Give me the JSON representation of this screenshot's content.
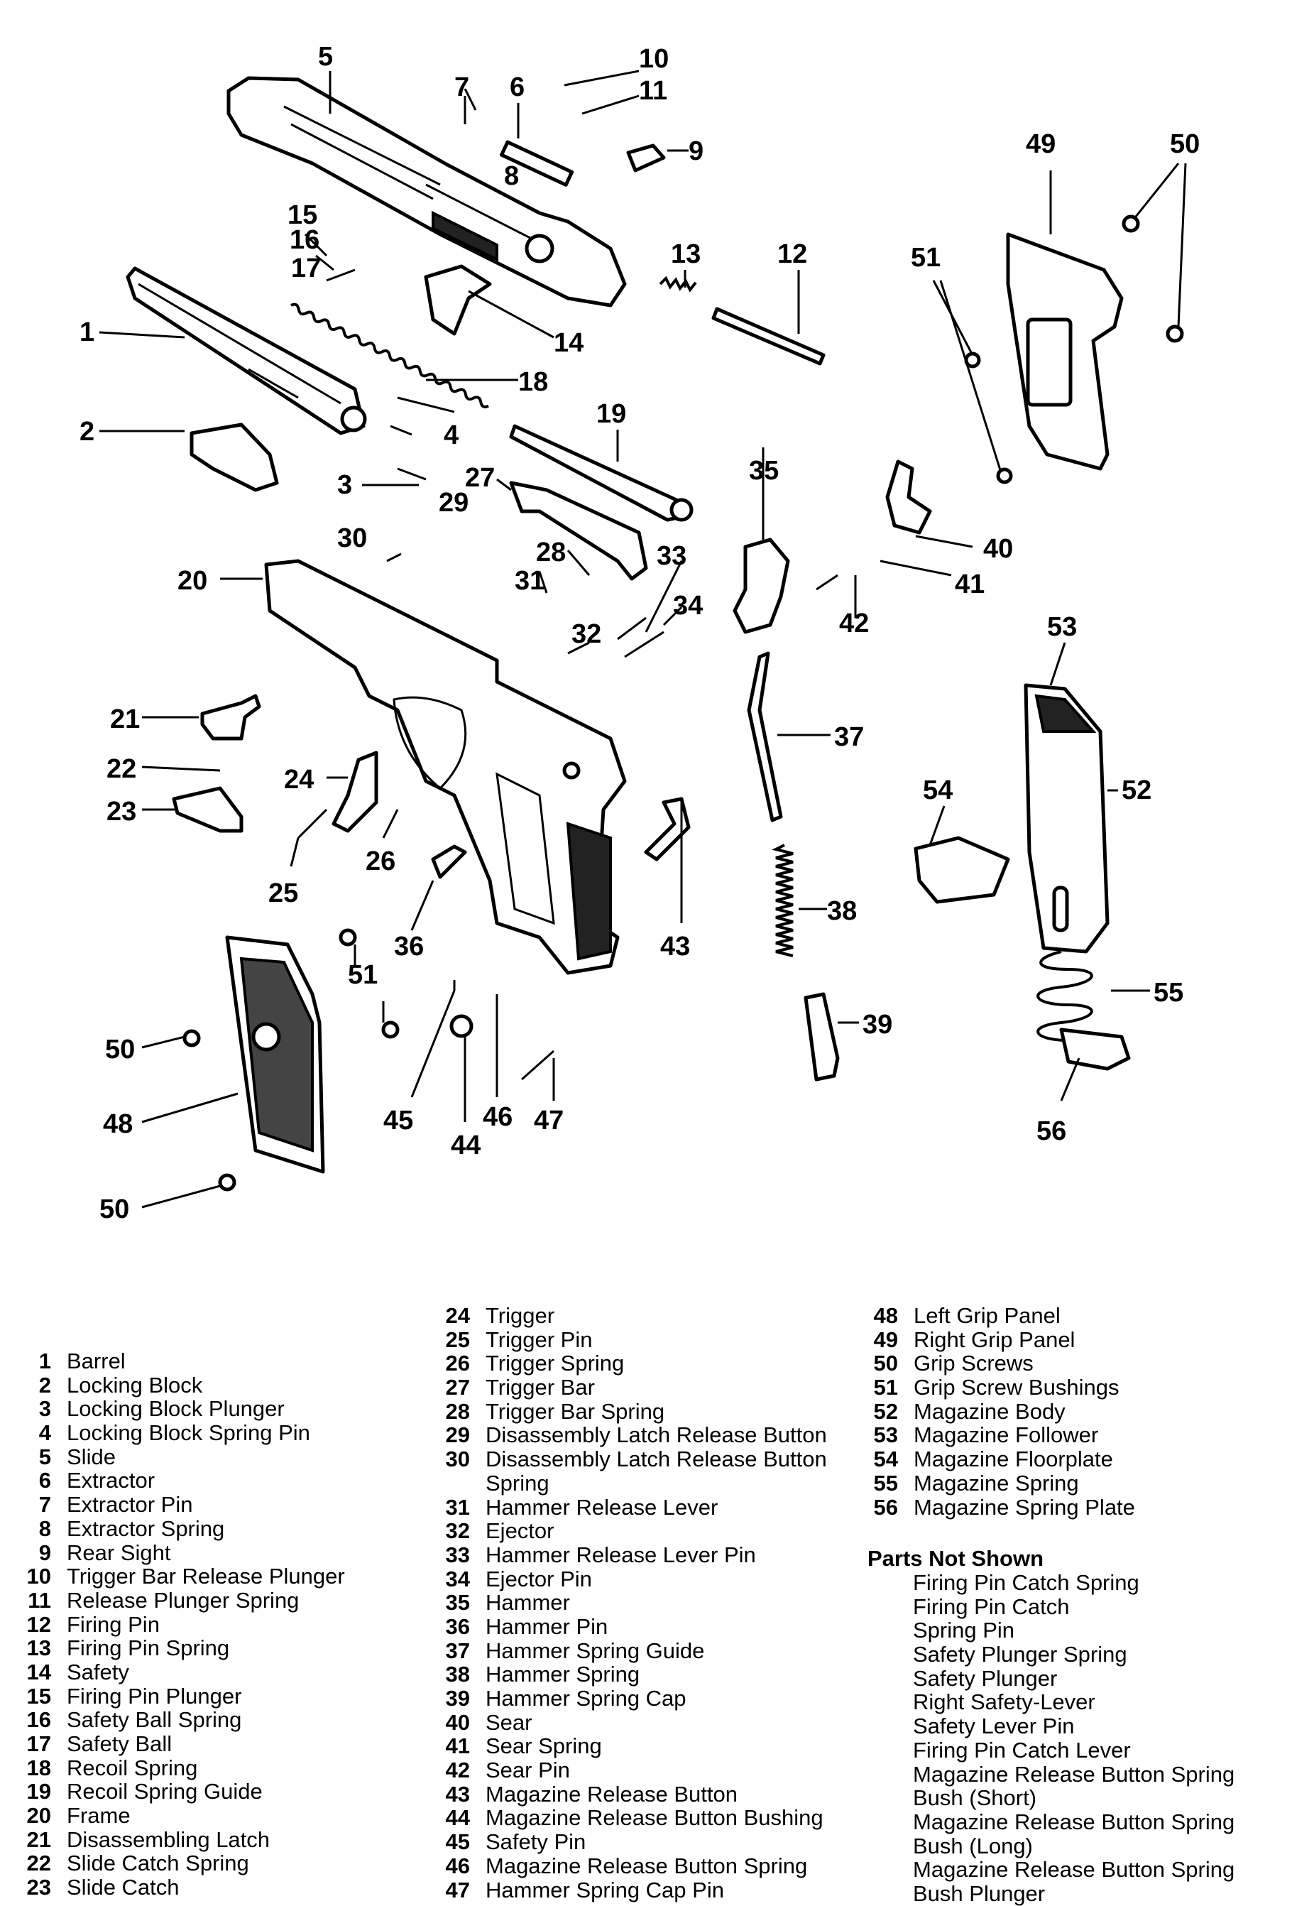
{
  "callouts": [
    "1",
    "2",
    "3",
    "4",
    "5",
    "6",
    "7",
    "8",
    "9",
    "10",
    "11",
    "12",
    "13",
    "14",
    "15",
    "16",
    "17",
    "18",
    "19",
    "20",
    "21",
    "22",
    "23",
    "24",
    "25",
    "26",
    "27",
    "28",
    "29",
    "30",
    "31",
    "32",
    "33",
    "34",
    "35",
    "36",
    "37",
    "38",
    "39",
    "40",
    "41",
    "42",
    "43",
    "44",
    "45",
    "46",
    "47",
    "48",
    "49",
    "50",
    "51",
    "52",
    "53",
    "54",
    "55",
    "56"
  ],
  "legend": {
    "col1": [
      {
        "n": "1",
        "t": "Barrel"
      },
      {
        "n": "2",
        "t": "Locking Block"
      },
      {
        "n": "3",
        "t": "Locking Block Plunger"
      },
      {
        "n": "4",
        "t": "Locking Block Spring Pin"
      },
      {
        "n": "5",
        "t": "Slide"
      },
      {
        "n": "6",
        "t": "Extractor"
      },
      {
        "n": "7",
        "t": "Extractor Pin"
      },
      {
        "n": "8",
        "t": "Extractor Spring"
      },
      {
        "n": "9",
        "t": "Rear Sight"
      },
      {
        "n": "10",
        "t": "Trigger Bar Release Plunger"
      },
      {
        "n": "11",
        "t": "Release Plunger Spring"
      },
      {
        "n": "12",
        "t": "Firing Pin"
      },
      {
        "n": "13",
        "t": "Firing Pin Spring"
      },
      {
        "n": "14",
        "t": "Safety"
      },
      {
        "n": "15",
        "t": "Firing Pin Plunger"
      },
      {
        "n": "16",
        "t": "Safety Ball Spring"
      },
      {
        "n": "17",
        "t": "Safety Ball"
      },
      {
        "n": "18",
        "t": "Recoil Spring"
      },
      {
        "n": "19",
        "t": "Recoil Spring Guide"
      },
      {
        "n": "20",
        "t": "Frame"
      },
      {
        "n": "21",
        "t": "Disassembling Latch"
      },
      {
        "n": "22",
        "t": "Slide Catch Spring"
      },
      {
        "n": "23",
        "t": "Slide Catch"
      }
    ],
    "col2": [
      {
        "n": "24",
        "t": "Trigger"
      },
      {
        "n": "25",
        "t": "Trigger Pin"
      },
      {
        "n": "26",
        "t": "Trigger Spring"
      },
      {
        "n": "27",
        "t": "Trigger Bar"
      },
      {
        "n": "28",
        "t": "Trigger Bar Spring"
      },
      {
        "n": "29",
        "t": "Disassembly Latch Release Button"
      },
      {
        "n": "30",
        "t": "Disassembly Latch Release Button"
      },
      {
        "n": "",
        "t": "Spring"
      },
      {
        "n": "31",
        "t": "Hammer Release Lever"
      },
      {
        "n": "32",
        "t": "Ejector"
      },
      {
        "n": "33",
        "t": "Hammer Release Lever Pin"
      },
      {
        "n": "34",
        "t": "Ejector Pin"
      },
      {
        "n": "35",
        "t": "Hammer"
      },
      {
        "n": "36",
        "t": "Hammer Pin"
      },
      {
        "n": "37",
        "t": "Hammer Spring Guide"
      },
      {
        "n": "38",
        "t": "Hammer Spring"
      },
      {
        "n": "39",
        "t": "Hammer Spring Cap"
      },
      {
        "n": "40",
        "t": "Sear"
      },
      {
        "n": "41",
        "t": "Sear Spring"
      },
      {
        "n": "42",
        "t": "Sear Pin"
      },
      {
        "n": "43",
        "t": "Magazine Release Button"
      },
      {
        "n": "44",
        "t": "Magazine Release Button Bushing"
      },
      {
        "n": "45",
        "t": "Safety Pin"
      },
      {
        "n": "46",
        "t": "Magazine Release Button Spring"
      },
      {
        "n": "47",
        "t": "Hammer Spring Cap Pin"
      }
    ],
    "col3": [
      {
        "n": "48",
        "t": "Left Grip Panel"
      },
      {
        "n": "49",
        "t": "Right Grip Panel"
      },
      {
        "n": "50",
        "t": "Grip Screws"
      },
      {
        "n": "51",
        "t": "Grip Screw Bushings"
      },
      {
        "n": "52",
        "t": "Magazine Body"
      },
      {
        "n": "53",
        "t": "Magazine Follower"
      },
      {
        "n": "54",
        "t": "Magazine Floorplate"
      },
      {
        "n": "55",
        "t": "Magazine Spring"
      },
      {
        "n": "56",
        "t": "Magazine Spring Plate"
      }
    ]
  },
  "not_shown": {
    "heading": "Parts Not Shown",
    "items": [
      "Firing Pin Catch Spring",
      "Firing Pin Catch",
      "Spring Pin",
      "Safety Plunger Spring",
      "Safety Plunger",
      "Right Safety-Lever",
      "Safety Lever Pin",
      "Firing Pin Catch Lever",
      "Magazine Release Button Spring",
      "Bush (Short)",
      "Magazine Release Button Spring",
      "Bush (Long)",
      "Magazine Release Button Spring",
      "Bush Plunger"
    ]
  }
}
